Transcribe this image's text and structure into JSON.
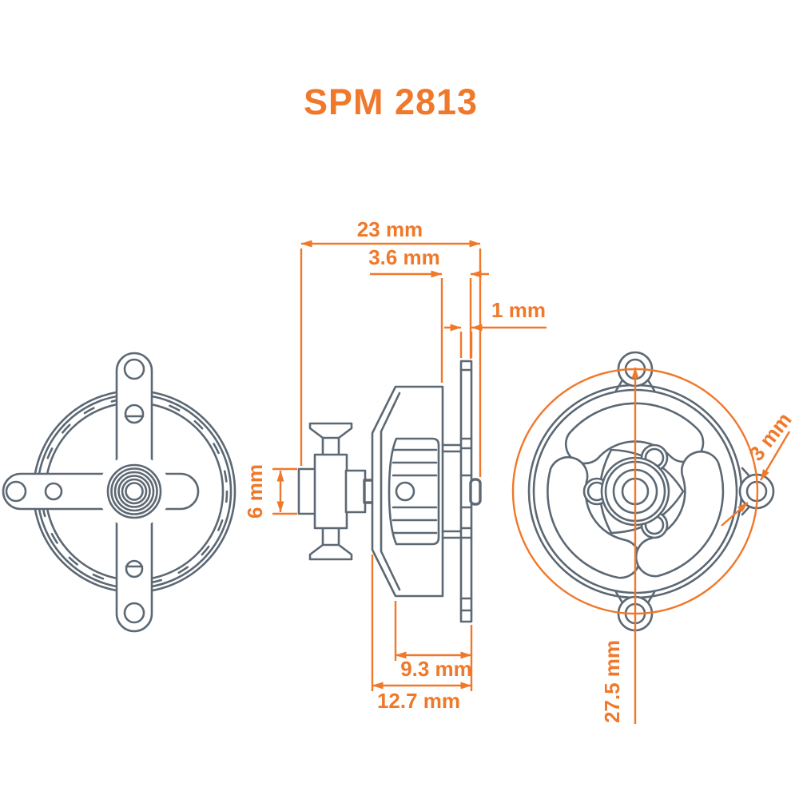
{
  "title": "SPM 2813",
  "colors": {
    "accent": "#F0782A",
    "line": "#5C6873",
    "background": "#FFFFFF"
  },
  "dimensions": {
    "overall_length": "23 mm",
    "rear_standoff": "3.6 mm",
    "mount_plate_thickness": "1 mm",
    "shaft_diameter": "6 mm",
    "can_length": "9.3 mm",
    "case_length": "12.7 mm",
    "mount_hole_diameter": "3 mm",
    "bolt_circle_diameter": "27.5 mm"
  }
}
